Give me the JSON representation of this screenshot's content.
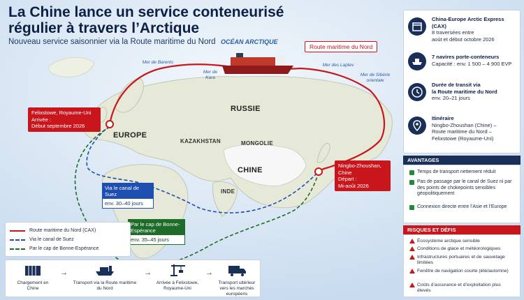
{
  "header": {
    "title": "La Chine lance un service conteneurisé régulier à travers l’Arctique",
    "subtitle": "Nouveau service saisonnier via la Route maritime du Nord"
  },
  "map": {
    "ocean": "OCÉAN ARCTIQUE",
    "seas": {
      "barents": "Mer de Barents",
      "kara": "Mer de Kara",
      "laptev": "Mer des Laptev",
      "siberie": "Mer de Sibérie orientale"
    },
    "countries": {
      "russie": "RUSSIE",
      "chine": "CHINE",
      "europe": "EUROPE",
      "kazakhstan": "KAZAKHSTAN",
      "mongolie": "MONGOLIE",
      "inde": "INDE"
    },
    "route_label": "Route maritime du Nord",
    "felixstowe": {
      "name": "Felixstowe, Royaume-Uni",
      "arrival_label": "Arrivée :",
      "arrival": "Début septembre 2026"
    },
    "ningbo": {
      "name": "Ningbo-Zhoushan, Chine",
      "departure_label": "Départ :",
      "departure": "Mi-août 2026"
    },
    "suez": {
      "label": "Via le canal de Suez",
      "duration": "env. 30–40 jours"
    },
    "cape": {
      "label": "Par le cap de Bonne-Espérance",
      "duration": "env. 35–45 jours"
    },
    "colors": {
      "nsr": "#c9161c",
      "suez": "#1e4fb0",
      "cape": "#1e6b2a"
    }
  },
  "legend": {
    "items": [
      {
        "label": "Route maritime du Nord (CAX)",
        "color": "#c9161c",
        "style": "solid"
      },
      {
        "label": "Via le canal de Suez",
        "color": "#1e4fb0",
        "style": "dashed"
      },
      {
        "label": "Par le cap de Bonne-Espérance",
        "color": "#1e6b2a",
        "style": "dashed"
      }
    ]
  },
  "flow": {
    "steps": [
      {
        "label": "Chargement en Chine",
        "icon": "container-icon"
      },
      {
        "label": "Transport via la Route maritime du Nord",
        "icon": "ship-icon"
      },
      {
        "label": "Arrivée à Felixstowe, Royaume-Uni",
        "icon": "crane-icon"
      },
      {
        "label": "Transport ultérieur vers les marchés européens",
        "icon": "truck-icon"
      }
    ]
  },
  "panel": {
    "items": [
      {
        "title": "China-Europe Arctic Express (CAX)",
        "line1": "8 traversées entre",
        "line2": "août et début octobre 2026",
        "icon": "calendar-icon"
      },
      {
        "title": "7 navires porte-conteneurs",
        "line1": "Capacité : env. 1 500 – 4 900 EVP",
        "line2": "",
        "icon": "ship-icon"
      },
      {
        "title": "Durée de transit via",
        "line1": "la Route maritime du Nord",
        "line2": "env. 20–21 jours",
        "icon": "clock-icon"
      },
      {
        "title": "Itinéraire",
        "line1": "Ningbo-Zhoushan (Chine) –",
        "line2": "Route maritime du Nord –",
        "line3": "Felixstowe (Royaume-Uni)",
        "icon": "map-pin-icon"
      }
    ]
  },
  "advantages": {
    "title": "AVANTAGES",
    "items": [
      "Temps de transport nettement réduit",
      "Pas de passage par le canal de Suez ni par des points de chokepoints sensibles géopolitiquement",
      "Connexion directe entre l’Asie et l’Europe"
    ]
  },
  "risks": {
    "title": "RISQUES ET DÉFIS",
    "items": [
      "Écosystème arctique sensible",
      "Conditions de glace et météorologiques",
      "Infrastructures portuaires et de sauvetage limitées",
      "Fenêtre de navigation courte (été/automne)",
      "Coûts d’assurance et d’exploitation plus élevés"
    ]
  }
}
